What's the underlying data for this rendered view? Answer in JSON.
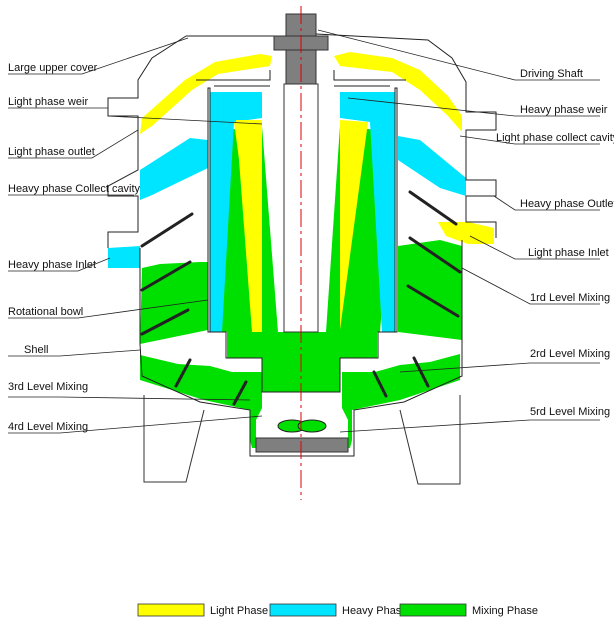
{
  "labels": {
    "large_upper_cover": "Large upper cover",
    "light_phase_weir": "Light phase weir",
    "light_phase_outlet": "Light phase outlet",
    "heavy_phase_collect_cavity": "Heavy phase Collect cavity",
    "heavy_phase_inlet": "Heavy phase Inlet",
    "rotational_bowl": "Rotational bowl",
    "shell": "Shell",
    "third_level_mixing": "3rd Level Mixing",
    "fourth_level_mixing": "4rd Level Mixing",
    "driving_shaft": "Driving Shaft",
    "heavy_phase_weir": "Heavy phase weir",
    "light_phase_collect_cavity": "Light phase collect cavity",
    "heavy_phase_outlet": "Heavy phase Outlet",
    "light_phase_inlet": "Light phase Inlet",
    "first_level_mixing": "1rd Level Mixing",
    "second_level_mixing": "2rd Level Mixing",
    "fifth_level_mixing": "5rd Level Mixing"
  },
  "legend": [
    {
      "label": "Light Phase",
      "color": "#ffff00"
    },
    {
      "label": "Heavy Phase",
      "color": "#00e5ff"
    },
    {
      "label": "Mixing Phase",
      "color": "#00e000"
    }
  ],
  "colors": {
    "light_phase": "#ffff00",
    "heavy_phase": "#00e5ff",
    "mixing_phase": "#00e000",
    "shaft": "#7f7f7f",
    "axis": "#e00000"
  }
}
